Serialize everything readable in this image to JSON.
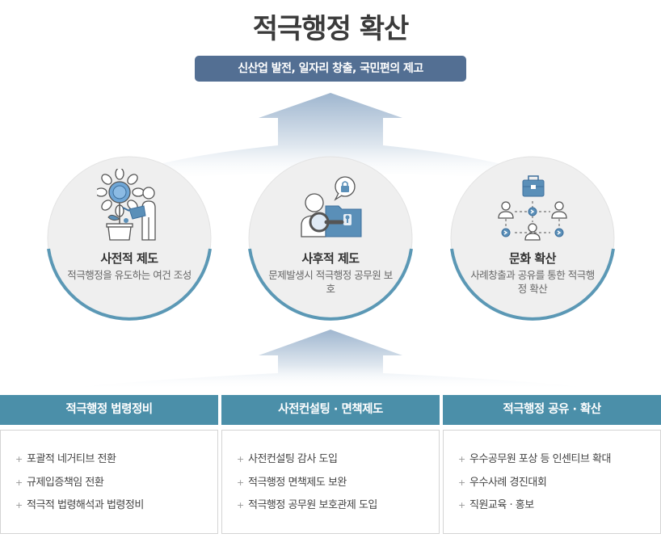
{
  "title": "적극행정 확산",
  "subtitle": "신산업 발전, 일자리 창출, 국민편의 제고",
  "circles": [
    {
      "title": "사전적 제도",
      "desc": "적극행정을 유도하는 여건 조성",
      "icon": "sunflower-watering-icon"
    },
    {
      "title": "사후적 제도",
      "desc": "문제발생시 적극행정 공무원 보호",
      "icon": "person-lock-folder-icon"
    },
    {
      "title": "문화 확산",
      "desc": "사례창출과 공유를 통한 적극행정 확산",
      "icon": "briefcase-network-icon"
    }
  ],
  "columns": [
    {
      "header": "적극행정 법령정비",
      "items": [
        "포괄적 네거티브 전환",
        "규제입증책임 전환",
        "적극적 법령해석과 법령정비"
      ]
    },
    {
      "header": "사전컨설팅 · 면책제도",
      "items": [
        "사전컨설팅 감사 도입",
        "적극행정 면책제도 보완",
        "적극행정 공무원 보호관제 도입"
      ]
    },
    {
      "header": "적극행정 공유 · 확산",
      "items": [
        "우수공무원 포상 등 인센티브 확대",
        "우수사례 경진대회",
        "직원교육 · 홍보"
      ]
    }
  ],
  "colors": {
    "accent": "#4b8fa9",
    "subtitle_bg": "#536f93",
    "circle_fill": "#efefef",
    "circle_arc": "#5b98b5",
    "icon_primary": "#5a8fb8",
    "icon_outline": "#555555"
  }
}
